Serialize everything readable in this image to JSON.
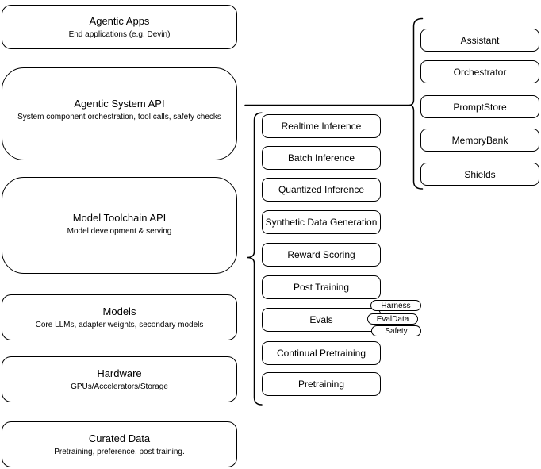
{
  "colors": {
    "stroke": "#000000",
    "fill": "#ffffff",
    "text": "#000000"
  },
  "stack": [
    {
      "title": "Agentic Apps",
      "subtitle": "End applications (e.g. Devin)"
    },
    {
      "title": "Agentic System API",
      "subtitle": "System component orchestration, tool calls, safety checks"
    },
    {
      "title": "Model Toolchain API",
      "subtitle": "Model development & serving"
    },
    {
      "title": "Models",
      "subtitle": "Core LLMs, adapter weights, secondary models"
    },
    {
      "title": "Hardware",
      "subtitle": "GPUs/Accelerators/Storage"
    },
    {
      "title": "Curated Data",
      "subtitle": "Pretraining, preference, post training."
    }
  ],
  "toolchain_items": [
    "Realtime Inference",
    "Batch Inference",
    "Quantized Inference",
    "Synthetic Data Generation",
    "Reward Scoring",
    "Post Training",
    "Evals",
    "Continual Pretraining",
    "Pretraining"
  ],
  "evals_tags": [
    "Harness",
    "EvalData",
    "Safety"
  ],
  "system_components": [
    "Assistant",
    "Orchestrator",
    "PromptStore",
    "MemoryBank",
    "Shields"
  ]
}
